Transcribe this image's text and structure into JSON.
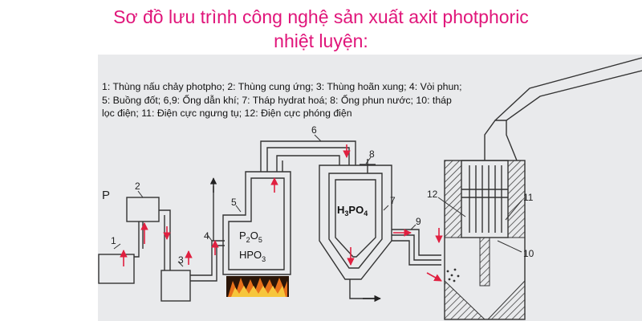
{
  "title": {
    "line1": "Sơ đồ lưu trình công nghệ sản xuất axit photphoric",
    "line2": "nhiệt luyện:"
  },
  "legend": {
    "line1": "1: Thùng nấu chảy photpho; 2: Thùng cung ứng; 3: Thùng hoãn xung; 4: Vòi phun;",
    "line2": "5: Buồng đốt; 6,9: Ống dẫn khí; 7: Tháp hydrat hoá; 8: Ống phun nước; 10: tháp",
    "line3": "lọc điện; 11: Điện cực ngưng tụ; 12: Điện cực phóng điện"
  },
  "labels": {
    "p": "P",
    "n1": "1",
    "n2": "2",
    "n3": "3",
    "n4": "4",
    "n5": "5",
    "n6": "6",
    "n7": "7",
    "n8": "8",
    "n9": "9",
    "n10": "10",
    "n11": "11",
    "n12": "12"
  },
  "chem": {
    "p2o5_a": "P",
    "p2o5_b": "2",
    "p2o5_c": "O",
    "p2o5_d": "5",
    "hpo3_a": "HPO",
    "hpo3_b": "3",
    "h3po4_a": "H",
    "h3po4_b": "3",
    "h3po4_c": "PO",
    "h3po4_d": "4"
  },
  "colors": {
    "title": "#e0157a",
    "arrow": "#e02040",
    "line": "#333333",
    "flame": "#e8701a"
  }
}
